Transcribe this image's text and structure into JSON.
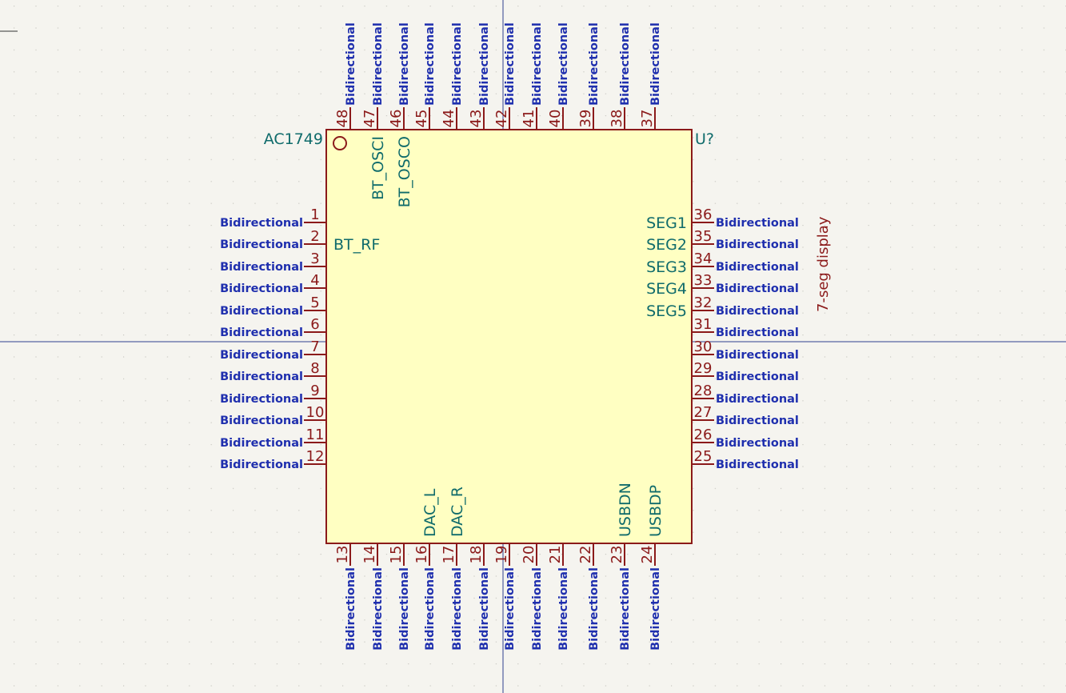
{
  "component": {
    "value": "AC1749",
    "reference": "U?",
    "field": "7-seg display"
  },
  "pin_type_label": "Bidirectional",
  "pins": [
    {
      "num": "1",
      "name": ""
    },
    {
      "num": "2",
      "name": "BT_RF"
    },
    {
      "num": "3",
      "name": ""
    },
    {
      "num": "4",
      "name": ""
    },
    {
      "num": "5",
      "name": ""
    },
    {
      "num": "6",
      "name": ""
    },
    {
      "num": "7",
      "name": ""
    },
    {
      "num": "8",
      "name": ""
    },
    {
      "num": "9",
      "name": ""
    },
    {
      "num": "10",
      "name": ""
    },
    {
      "num": "11",
      "name": ""
    },
    {
      "num": "12",
      "name": ""
    },
    {
      "num": "13",
      "name": ""
    },
    {
      "num": "14",
      "name": ""
    },
    {
      "num": "15",
      "name": ""
    },
    {
      "num": "16",
      "name": "DAC_L"
    },
    {
      "num": "17",
      "name": "DAC_R"
    },
    {
      "num": "18",
      "name": ""
    },
    {
      "num": "19",
      "name": ""
    },
    {
      "num": "20",
      "name": ""
    },
    {
      "num": "21",
      "name": ""
    },
    {
      "num": "22",
      "name": ""
    },
    {
      "num": "23",
      "name": "USBDN"
    },
    {
      "num": "24",
      "name": "USBDP"
    },
    {
      "num": "25",
      "name": ""
    },
    {
      "num": "26",
      "name": ""
    },
    {
      "num": "27",
      "name": ""
    },
    {
      "num": "28",
      "name": ""
    },
    {
      "num": "29",
      "name": ""
    },
    {
      "num": "30",
      "name": ""
    },
    {
      "num": "31",
      "name": ""
    },
    {
      "num": "32",
      "name": "SEG5"
    },
    {
      "num": "33",
      "name": "SEG4"
    },
    {
      "num": "34",
      "name": "SEG3"
    },
    {
      "num": "35",
      "name": "SEG2"
    },
    {
      "num": "36",
      "name": "SEG1"
    },
    {
      "num": "37",
      "name": ""
    },
    {
      "num": "38",
      "name": ""
    },
    {
      "num": "39",
      "name": ""
    },
    {
      "num": "40",
      "name": ""
    },
    {
      "num": "41",
      "name": ""
    },
    {
      "num": "42",
      "name": ""
    },
    {
      "num": "43",
      "name": ""
    },
    {
      "num": "44",
      "name": ""
    },
    {
      "num": "45",
      "name": ""
    },
    {
      "num": "46",
      "name": "BT_OSCO"
    },
    {
      "num": "47",
      "name": "BT_OSCI"
    },
    {
      "num": "48",
      "name": ""
    }
  ]
}
